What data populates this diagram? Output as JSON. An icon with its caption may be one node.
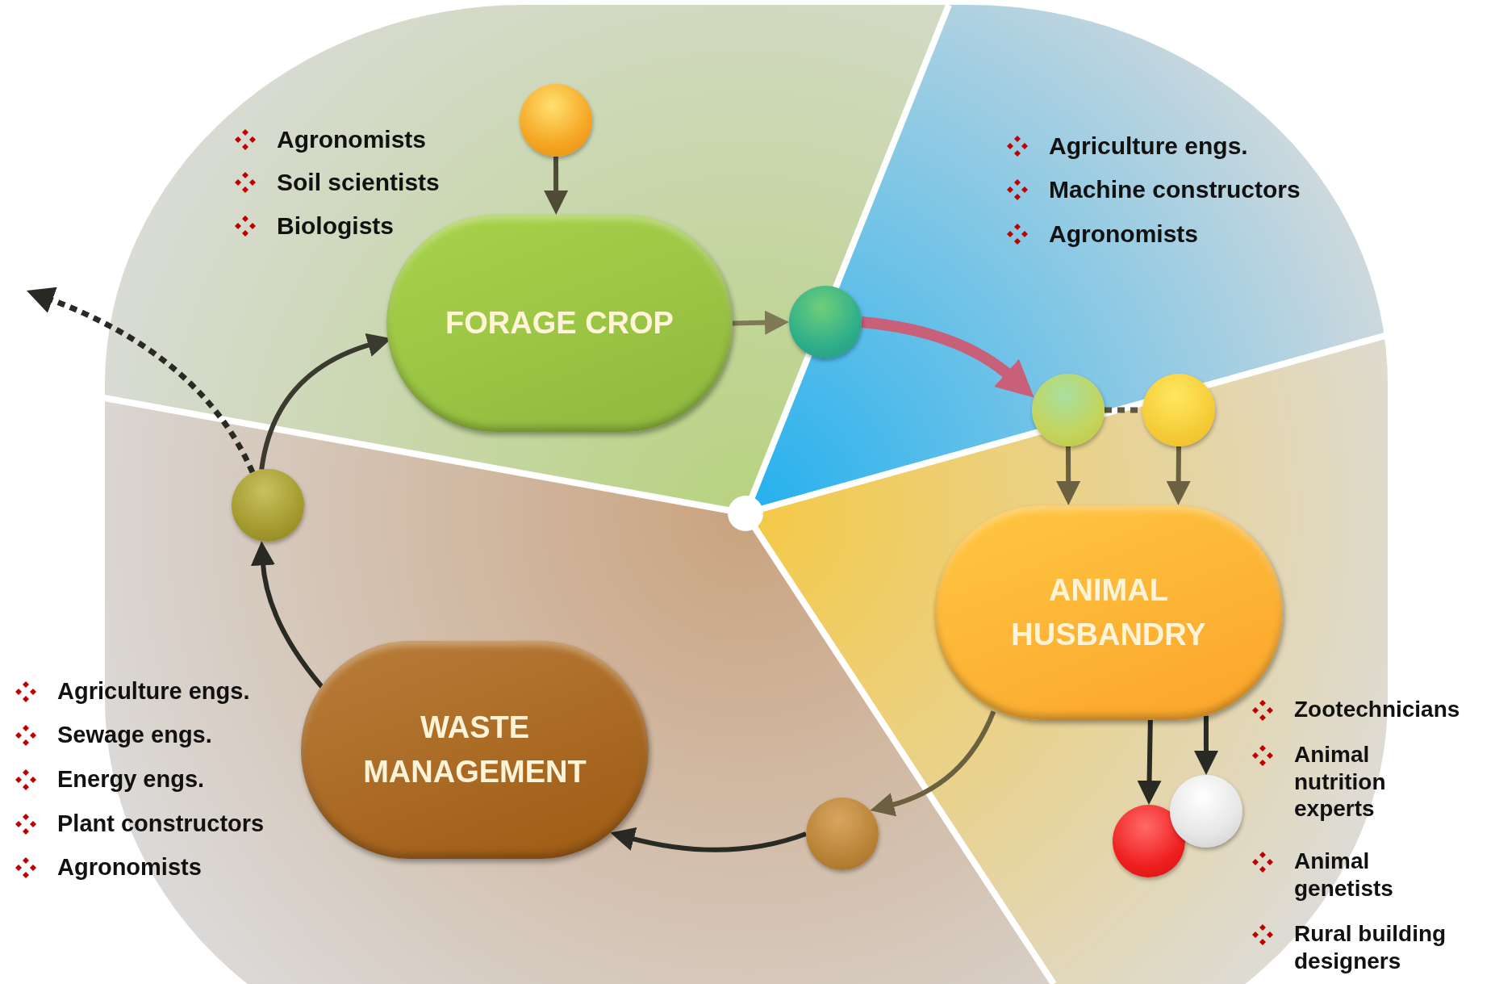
{
  "diagram": {
    "nodes": [
      {
        "text": [
          "FORAGE CROP"
        ]
      },
      {
        "text": [
          "ANIMAL HUSBANDRY"
        ]
      },
      {
        "text": [
          "WASTE MANAGEMENT"
        ]
      },
      {
        "text": [],
        "shape": "circle"
      },
      {
        "text": [],
        "shape": "circle"
      },
      {
        "text": [],
        "shape": "circle"
      },
      {
        "text": [],
        "shape": "circle"
      },
      {
        "text": [],
        "shape": "circle"
      },
      {
        "text": [],
        "shape": "circle"
      },
      {
        "text": [],
        "shape": "circle"
      },
      {
        "text": [],
        "shape": "circle"
      }
    ],
    "edges": [
      {
        "from": 3,
        "to": 0,
        "arrow": "to",
        "color": "#4f4b36"
      },
      {
        "from": 0,
        "to": 4,
        "arrow": "to",
        "color": "#7d7a55"
      },
      {
        "from": 4,
        "to": 5,
        "arrow": "to",
        "style": "thick",
        "color": "#c8607a"
      },
      {
        "from": 5,
        "to": 6,
        "arrow": "none",
        "style": "dashed",
        "color": "#5e5840"
      },
      {
        "from": 5,
        "to": 1,
        "arrow": "to",
        "color": "#6b6040"
      },
      {
        "from": 6,
        "to": 1,
        "arrow": "to",
        "color": "#6b6040"
      },
      {
        "from": 1,
        "to": 7,
        "arrow": "to"
      },
      {
        "from": 1,
        "to": 8,
        "arrow": "to"
      },
      {
        "from": 1,
        "to": 9,
        "arrow": "to",
        "color": "#6b6040"
      },
      {
        "from": 9,
        "to": 2,
        "arrow": "to"
      },
      {
        "from": 2,
        "to": 10,
        "arrow": "to"
      },
      {
        "from": 10,
        "to": 0,
        "arrow": "to",
        "color": "#3a3a2e"
      },
      {
        "from": 10,
        "to": null,
        "arrow": "to",
        "style": "dashed"
      }
    ],
    "labels": [
      "Agronomists",
      "Soil scientists",
      "Biologists",
      "Agriculture engs.",
      "Machine constructors",
      "Agronomists",
      "Agriculture engs.",
      "Sewage engs.",
      "Energy engs.",
      "Plant constructors",
      "Agronomists",
      "Zootechnicians",
      "Animal nutrition experts",
      "Animal genetists",
      "Rural building designers"
    ]
  }
}
